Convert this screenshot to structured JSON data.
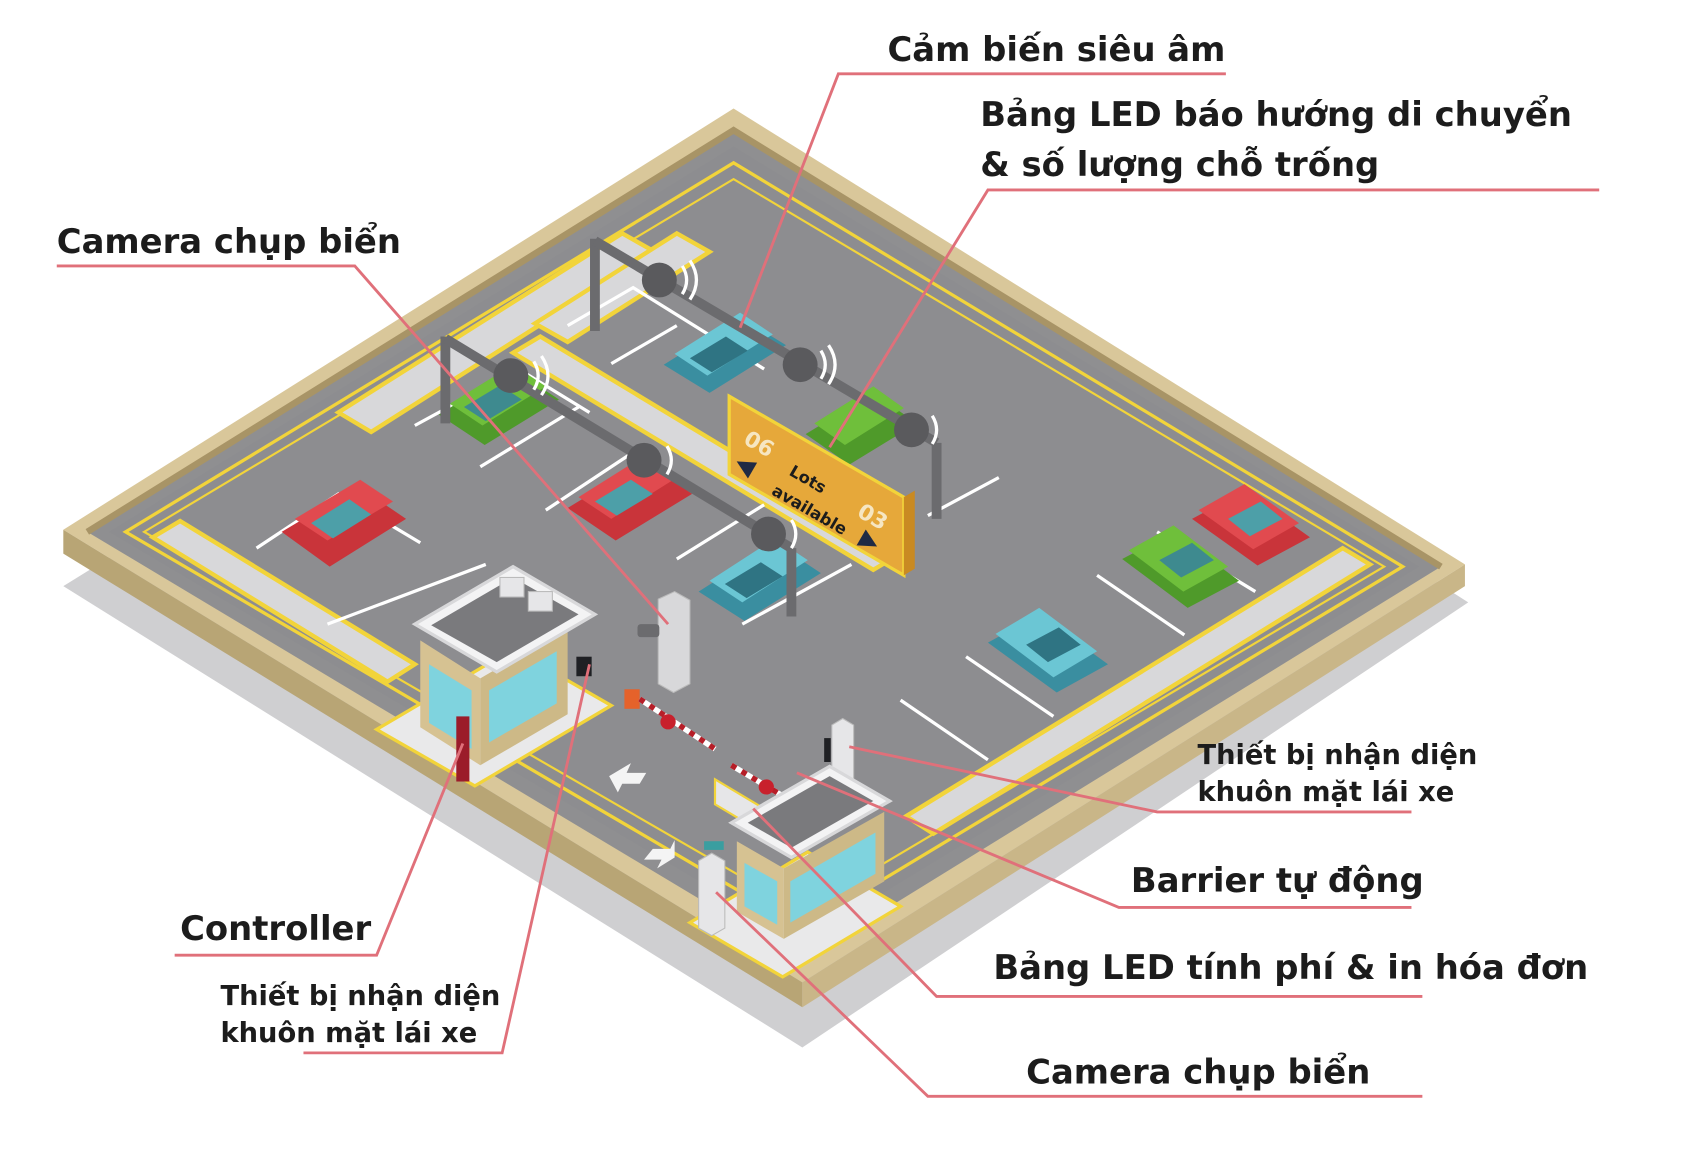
{
  "diagram": {
    "type": "isometric-parking-lot-system",
    "accent_colors": {
      "leader_line": "#e0707a",
      "wall": "#d9c79a",
      "wall_dark": "#b8a575",
      "asphalt": "#8f8f91",
      "lane_yellow": "#f2d43a",
      "walkway": "#d8d8da",
      "sign_orange": "#e6a83a",
      "text": "#1c1c1c"
    },
    "labels": [
      {
        "id": "ultrasonic-sensor",
        "text": "Cảm biến siêu âm"
      },
      {
        "id": "led-direction-board",
        "lines": [
          "Bảng LED báo hướng di chuyển",
          "& số lượng chỗ trống"
        ]
      },
      {
        "id": "plate-camera-entry",
        "text": "Camera chụp biển"
      },
      {
        "id": "face-recognition-exit",
        "lines": [
          "Thiết bị nhận diện",
          "khuôn mặt lái xe"
        ]
      },
      {
        "id": "auto-barrier",
        "text": "Barrier tự động"
      },
      {
        "id": "led-fee-invoice",
        "text": "Bảng LED tính phí & in hóa đơn"
      },
      {
        "id": "plate-camera-exit",
        "text": "Camera chụp biển"
      },
      {
        "id": "controller",
        "text": "Controller"
      },
      {
        "id": "face-recognition-entry",
        "lines": [
          "Thiết bị nhận diện",
          "khuôn mặt lái xe"
        ]
      }
    ],
    "sign": {
      "left_count": "06",
      "right_count": "03",
      "line1": "Lots",
      "line2": "available"
    }
  }
}
